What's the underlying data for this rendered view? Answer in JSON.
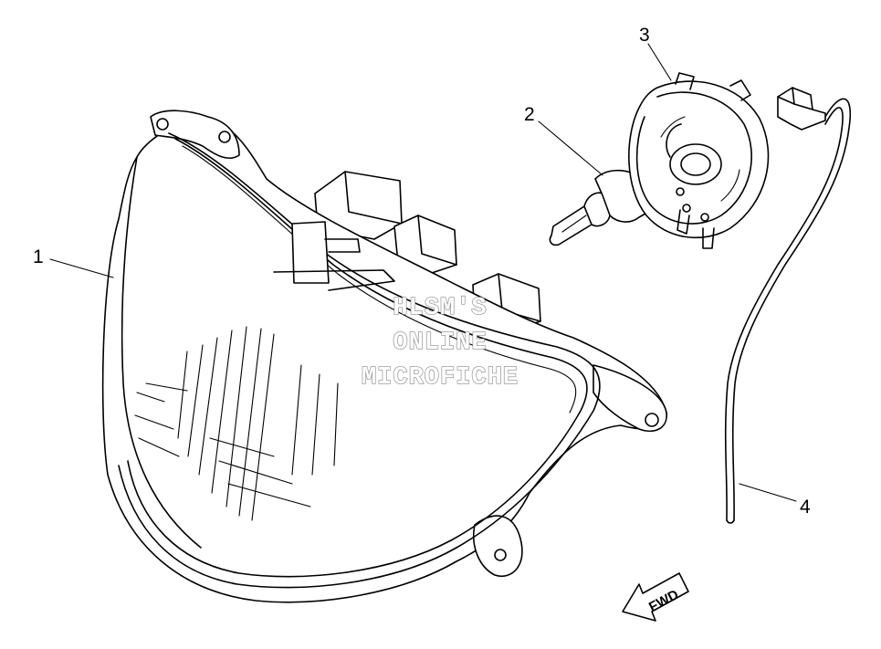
{
  "callouts": [
    {
      "label": "1",
      "part": "headlight-assembly"
    },
    {
      "label": "2",
      "part": "bulb"
    },
    {
      "label": "3",
      "part": "bulb-socket-cover"
    },
    {
      "label": "4",
      "part": "wire-harness-lead"
    }
  ],
  "watermark": {
    "line1": "HLSM'S",
    "line2": "ONLINE",
    "line3": "MICROFICHE"
  },
  "direction_arrow": {
    "label": "FWD"
  }
}
